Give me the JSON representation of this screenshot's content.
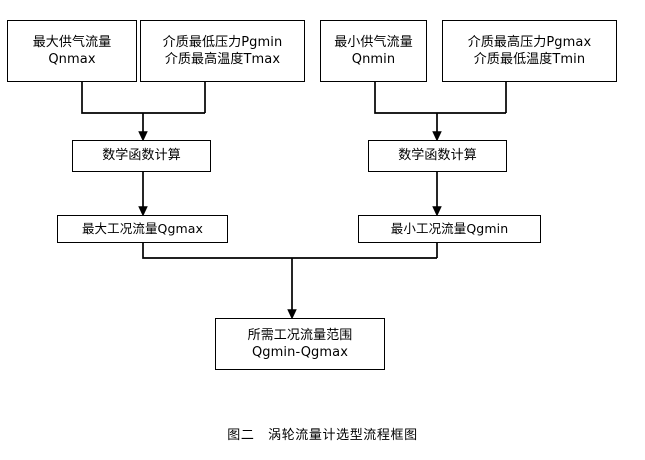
{
  "figure": {
    "caption": "图二　涡轮流量计选型流程框图",
    "background_color": "#ffffff",
    "line_color": "#000000"
  },
  "chart_data": {
    "type": "diagram",
    "title": "图二　涡轮流量计选型流程框图",
    "nodes": [
      {
        "id": "n1",
        "lines": [
          "最大供气流量",
          "Qnmax"
        ]
      },
      {
        "id": "n2",
        "lines": [
          "介质最低压力Pgmin",
          "介质最高温度Tmax"
        ]
      },
      {
        "id": "n3",
        "lines": [
          "最小供气流量",
          "Qnmin"
        ]
      },
      {
        "id": "n4",
        "lines": [
          "介质最高压力Pgmax",
          "介质最低温度Tmin"
        ]
      },
      {
        "id": "n5",
        "lines": [
          "数学函数计算"
        ]
      },
      {
        "id": "n6",
        "lines": [
          "数学函数计算"
        ]
      },
      {
        "id": "n7",
        "lines": [
          "最大工况流量Qgmax"
        ]
      },
      {
        "id": "n8",
        "lines": [
          "最小工况流量Qgmin"
        ]
      },
      {
        "id": "n9",
        "lines": [
          "所需工况流量范围",
          "Qgmin-Qgmax"
        ]
      }
    ],
    "edges": [
      {
        "from": [
          "n1",
          "n2"
        ],
        "to": "n5",
        "style": "merge-arrow"
      },
      {
        "from": [
          "n3",
          "n4"
        ],
        "to": "n6",
        "style": "merge-arrow"
      },
      {
        "from": "n5",
        "to": "n7",
        "style": "arrow"
      },
      {
        "from": "n6",
        "to": "n8",
        "style": "arrow"
      },
      {
        "from": [
          "n7",
          "n8"
        ],
        "to": "n9",
        "style": "merge-arrow"
      }
    ]
  },
  "nodes": {
    "n1": {
      "line1": "最大供气流量",
      "line2": "Qnmax"
    },
    "n2": {
      "line1": "介质最低压力Pgmin",
      "line2": "介质最高温度Tmax"
    },
    "n3": {
      "line1": "最小供气流量",
      "line2": "Qnmin"
    },
    "n4": {
      "line1": "介质最高压力Pgmax",
      "line2": "介质最低温度Tmin"
    },
    "n5": {
      "line1": "数学函数计算"
    },
    "n6": {
      "line1": "数学函数计算"
    },
    "n7": {
      "line1": "最大工况流量Qgmax"
    },
    "n8": {
      "line1": "最小工况流量Qgmin"
    },
    "n9": {
      "line1": "所需工况流量范围",
      "line2": "Qgmin-Qgmax"
    }
  }
}
